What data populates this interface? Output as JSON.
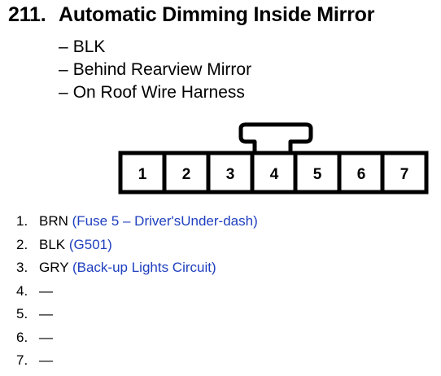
{
  "header": {
    "number": "211.",
    "title": "Automatic Dimming Inside Mirror"
  },
  "details": [
    {
      "dash": "–",
      "text": "BLK"
    },
    {
      "dash": "–",
      "text": "Behind Rearview Mirror"
    },
    {
      "dash": "–",
      "text": "On Roof Wire Harness"
    }
  ],
  "connector": {
    "cavities": [
      "1",
      "2",
      "3",
      "4",
      "5",
      "6",
      "7"
    ]
  },
  "pins": [
    {
      "num": "1.",
      "wire": "BRN",
      "note": "(Fuse 5 – Driver'sUnder-dash)"
    },
    {
      "num": "2.",
      "wire": "BLK",
      "note": "(G501)"
    },
    {
      "num": "3.",
      "wire": "GRY",
      "note": "(Back-up Lights Circuit)"
    },
    {
      "num": "4.",
      "wire": "—",
      "note": ""
    },
    {
      "num": "5.",
      "wire": "—",
      "note": ""
    },
    {
      "num": "6.",
      "wire": "—",
      "note": ""
    },
    {
      "num": "7.",
      "wire": "—",
      "note": ""
    }
  ],
  "colors": {
    "text": "#000000",
    "note": "#1f3fbf",
    "outline": "#000000"
  }
}
